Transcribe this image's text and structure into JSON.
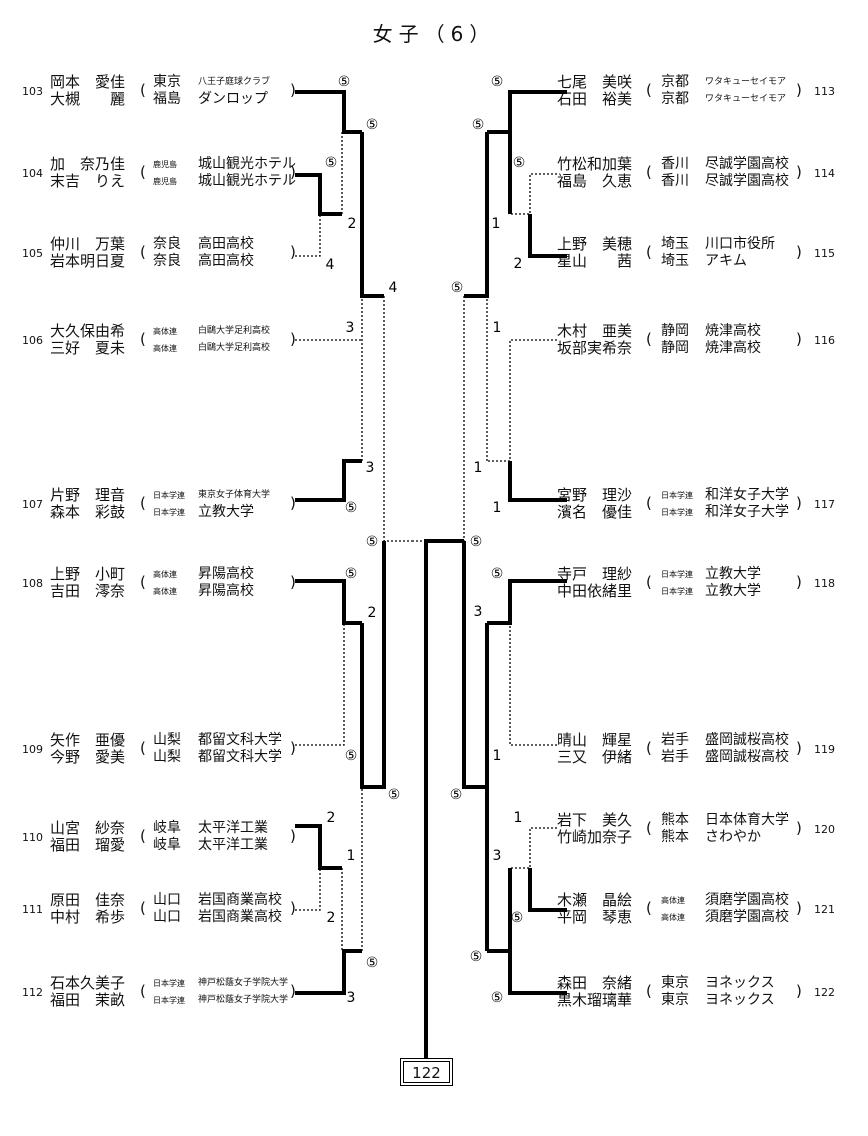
{
  "title": "女子（6）",
  "left": [
    {
      "seed": "103",
      "players": [
        {
          "name": "岡本　愛佳",
          "pref": "東京",
          "club": "八王子庭球クラブ",
          "pref_small": false,
          "club_small": true
        },
        {
          "name": "大槻　　麗",
          "pref": "福島",
          "club": "ダンロップ",
          "pref_small": false,
          "club_small": false
        }
      ]
    },
    {
      "seed": "104",
      "players": [
        {
          "name": "加　奈乃佳",
          "pref": "鹿児島",
          "club": "城山観光ホテル",
          "pref_small": true,
          "club_small": false
        },
        {
          "name": "末吉　りえ",
          "pref": "鹿児島",
          "club": "城山観光ホテル",
          "pref_small": true,
          "club_small": false
        }
      ]
    },
    {
      "seed": "105",
      "players": [
        {
          "name": "仲川　万葉",
          "pref": "奈良",
          "club": "高田高校",
          "pref_small": false,
          "club_small": false
        },
        {
          "name": "岩本明日夏",
          "pref": "奈良",
          "club": "高田高校",
          "pref_small": false,
          "club_small": false
        }
      ]
    },
    {
      "seed": "106",
      "players": [
        {
          "name": "大久保由希",
          "pref": "高体連",
          "club": "白鷗大学足利高校",
          "pref_small": true,
          "club_small": true
        },
        {
          "name": "三好　夏未",
          "pref": "高体連",
          "club": "白鷗大学足利高校",
          "pref_small": true,
          "club_small": true
        }
      ]
    },
    {
      "seed": "107",
      "players": [
        {
          "name": "片野　理音",
          "pref": "日本学連",
          "club": "東京女子体育大学",
          "pref_small": true,
          "club_small": true
        },
        {
          "name": "森本　彩鼓",
          "pref": "日本学連",
          "club": "立教大学",
          "pref_small": true,
          "club_small": false
        }
      ]
    },
    {
      "seed": "108",
      "players": [
        {
          "name": "上野　小町",
          "pref": "高体連",
          "club": "昇陽高校",
          "pref_small": true,
          "club_small": false
        },
        {
          "name": "吉田　澪奈",
          "pref": "高体連",
          "club": "昇陽高校",
          "pref_small": true,
          "club_small": false
        }
      ]
    },
    {
      "seed": "109",
      "players": [
        {
          "name": "矢作　亜優",
          "pref": "山梨",
          "club": "都留文科大学",
          "pref_small": false,
          "club_small": false
        },
        {
          "name": "今野　愛美",
          "pref": "山梨",
          "club": "都留文科大学",
          "pref_small": false,
          "club_small": false
        }
      ]
    },
    {
      "seed": "110",
      "players": [
        {
          "name": "山宮　紗奈",
          "pref": "岐阜",
          "club": "太平洋工業",
          "pref_small": false,
          "club_small": false
        },
        {
          "name": "福田　瑠愛",
          "pref": "岐阜",
          "club": "太平洋工業",
          "pref_small": false,
          "club_small": false
        }
      ]
    },
    {
      "seed": "111",
      "players": [
        {
          "name": "原田　佳奈",
          "pref": "山口",
          "club": "岩国商業高校",
          "pref_small": false,
          "club_small": false
        },
        {
          "name": "中村　希歩",
          "pref": "山口",
          "club": "岩国商業高校",
          "pref_small": false,
          "club_small": false
        }
      ]
    },
    {
      "seed": "112",
      "players": [
        {
          "name": "石本久美子",
          "pref": "日本学連",
          "club": "神戸松蔭女子学院大学",
          "pref_small": true,
          "club_small": true
        },
        {
          "name": "福田　茉畝",
          "pref": "日本学連",
          "club": "神戸松蔭女子学院大学",
          "pref_small": true,
          "club_small": true
        }
      ]
    }
  ],
  "right": [
    {
      "seed": "113",
      "players": [
        {
          "name": "七尾　美咲",
          "pref": "京都",
          "club": "ワタキューセイモア",
          "pref_small": false,
          "club_small": true
        },
        {
          "name": "石田　裕美",
          "pref": "京都",
          "club": "ワタキューセイモア",
          "pref_small": false,
          "club_small": true
        }
      ]
    },
    {
      "seed": "114",
      "players": [
        {
          "name": "竹松和加葉",
          "pref": "香川",
          "club": "尽誠学園高校",
          "pref_small": false,
          "club_small": false
        },
        {
          "name": "福島　久恵",
          "pref": "香川",
          "club": "尽誠学園高校",
          "pref_small": false,
          "club_small": false
        }
      ]
    },
    {
      "seed": "115",
      "players": [
        {
          "name": "上野　美穂",
          "pref": "埼玉",
          "club": "川口市役所",
          "pref_small": false,
          "club_small": false
        },
        {
          "name": "星山　　茜",
          "pref": "埼玉",
          "club": "アキム",
          "pref_small": false,
          "club_small": false
        }
      ]
    },
    {
      "seed": "116",
      "players": [
        {
          "name": "木村　亜美",
          "pref": "静岡",
          "club": "焼津高校",
          "pref_small": false,
          "club_small": false
        },
        {
          "name": "坂部実希奈",
          "pref": "静岡",
          "club": "焼津高校",
          "pref_small": false,
          "club_small": false
        }
      ]
    },
    {
      "seed": "117",
      "players": [
        {
          "name": "宮野　理沙",
          "pref": "日本学連",
          "club": "和洋女子大学",
          "pref_small": true,
          "club_small": false
        },
        {
          "name": "濱名　優佳",
          "pref": "日本学連",
          "club": "和洋女子大学",
          "pref_small": true,
          "club_small": false
        }
      ]
    },
    {
      "seed": "118",
      "players": [
        {
          "name": "寺戸　理紗",
          "pref": "日本学連",
          "club": "立教大学",
          "pref_small": true,
          "club_small": false
        },
        {
          "name": "中田依緒里",
          "pref": "日本学連",
          "club": "立教大学",
          "pref_small": true,
          "club_small": false
        }
      ]
    },
    {
      "seed": "119",
      "players": [
        {
          "name": "晴山　輝星",
          "pref": "岩手",
          "club": "盛岡誠桜高校",
          "pref_small": false,
          "club_small": false
        },
        {
          "name": "三又　伊緒",
          "pref": "岩手",
          "club": "盛岡誠桜高校",
          "pref_small": false,
          "club_small": false
        }
      ]
    },
    {
      "seed": "120",
      "players": [
        {
          "name": "岩下　美久",
          "pref": "熊本",
          "club": "日本体育大学",
          "pref_small": false,
          "club_small": false
        },
        {
          "name": "竹崎加奈子",
          "pref": "熊本",
          "club": "さわやか",
          "pref_small": false,
          "club_small": false
        }
      ]
    },
    {
      "seed": "121",
      "players": [
        {
          "name": "木瀬　晶絵",
          "pref": "高体連",
          "club": "須磨学園高校",
          "pref_small": true,
          "club_small": false
        },
        {
          "name": "平岡　琴恵",
          "pref": "高体連",
          "club": "須磨学園高校",
          "pref_small": true,
          "club_small": false
        }
      ]
    },
    {
      "seed": "122",
      "players": [
        {
          "name": "森田　奈緒",
          "pref": "東京",
          "club": "ヨネックス",
          "pref_small": false,
          "club_small": false
        },
        {
          "name": "黒木瑠璃華",
          "pref": "東京",
          "club": "ヨネックス",
          "pref_small": false,
          "club_small": false
        }
      ]
    }
  ],
  "paren_open": "(",
  "paren_close": ")",
  "scores": [
    "⑤",
    "⑤",
    "⑤",
    "2",
    "4",
    "4",
    "3",
    "3",
    "⑤",
    "⑤",
    "⑤",
    "2",
    "⑤",
    "⑤",
    "2",
    "1",
    "2",
    "⑤",
    "3",
    "⑤",
    "⑤",
    "⑤",
    "1",
    "2",
    "⑤",
    "1",
    "1",
    "1",
    "⑤",
    "⑤",
    "3",
    "1",
    "⑤",
    "1",
    "3",
    "⑤",
    "⑤",
    "⑤"
  ],
  "champion": "122"
}
